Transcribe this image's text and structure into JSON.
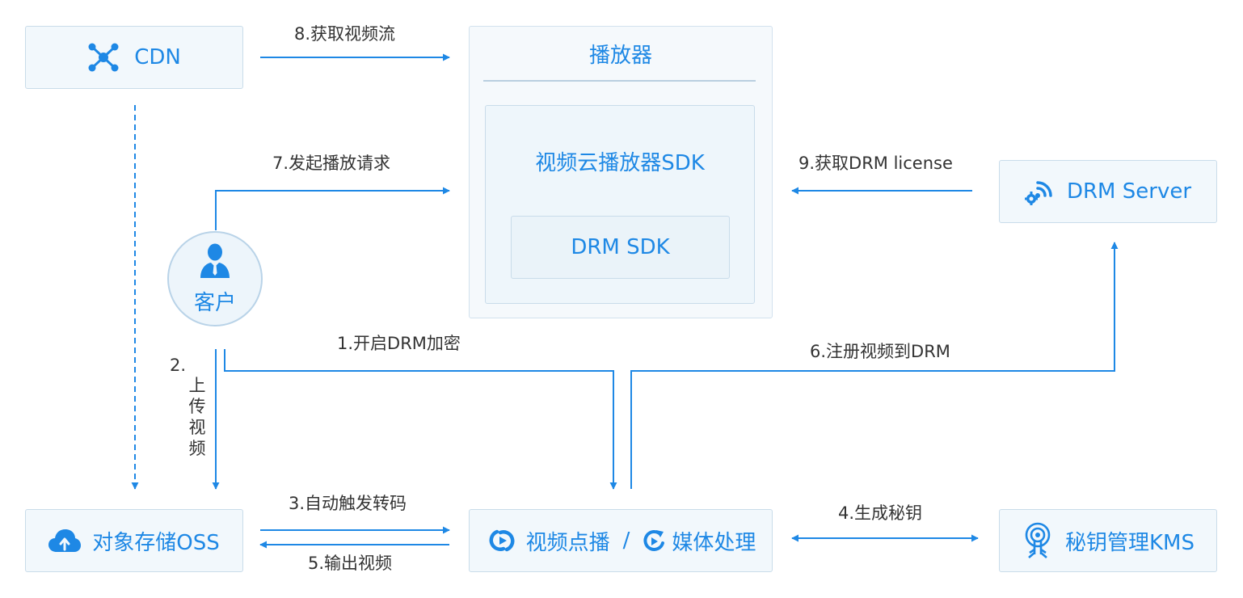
{
  "nodes": {
    "cdn": {
      "label": "CDN",
      "icon": "network-nodes-icon"
    },
    "player": {
      "title": "播放器"
    },
    "player_sdk": {
      "label": "视频云播放器SDK"
    },
    "drm_sdk": {
      "label": "DRM SDK"
    },
    "drm_server": {
      "label": "DRM Server",
      "icon": "gear-signal-icon"
    },
    "customer": {
      "label": "客户",
      "icon": "user-icon"
    },
    "oss": {
      "label": "对象存储OSS",
      "icon": "cloud-upload-icon"
    },
    "vod": {
      "label_left": "视频点播",
      "separator": "/",
      "label_right": "媒体处理",
      "icons": [
        "vod-play-icon",
        "media-process-icon"
      ]
    },
    "kms": {
      "label": "秘钥管理KMS",
      "icon": "key-icon"
    }
  },
  "edges": {
    "e1": "1.开启DRM加密",
    "e2_num": "2.",
    "e2_text": "上\n传\n视\n频",
    "e3": "3.自动触发转码",
    "e4": "4.生成秘钥",
    "e5": "5.输出视频",
    "e6": "6.注册视频到DRM",
    "e7": "7.发起播放请求",
    "e8": "8.获取视频流",
    "e9": "9.获取DRM license"
  },
  "colors": {
    "accent": "#1e88e5",
    "box_bg": "#f2f8fc",
    "box_border": "#c9dcea",
    "text": "#333333"
  }
}
